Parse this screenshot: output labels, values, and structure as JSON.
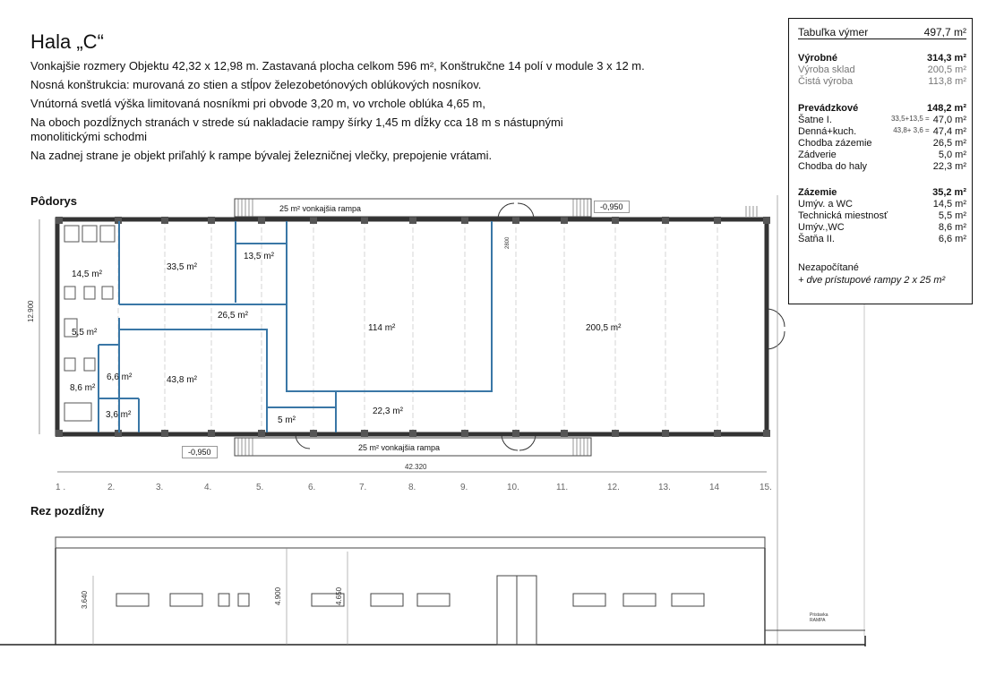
{
  "header": {
    "title": "Hala „C“",
    "lines": [
      "Vonkajšie rozmery Objektu 42,32 x 12,98 m. Zastavaná plocha celkom 596 m², Konštrukčne 14 polí v module 3 x 12 m.",
      "Nosná konštrukcia: murovaná zo stien a stĺpov železobetónových oblúkových nosníkov.",
      "Vnútorná svetlá výška limitovaná nosníkmi pri obvode 3,20 m, vo vrchole oblúka 4,65 m,",
      "Na oboch pozdĺžnych stranách v strede sú nakladacie rampy šírky 1,45 m dĺžky cca 18 m s nástupnými",
      "monolitickými schodmi",
      "Na zadnej strane je objekt priľahlý k rampe bývalej železničnej vlečky, prepojenie vrátami."
    ]
  },
  "sections": {
    "plan": "Pôdorys",
    "section": "Rez pozdĺžny"
  },
  "plan": {
    "ramp_top": "25 m² vonkajšia rampa",
    "ramp_bottom": "25 m² vonkajšia rampa",
    "level_top": "-0,950",
    "level_bottom": "-0,950",
    "width_dim": "42.320",
    "height_dim": "12.900",
    "axes": [
      "1 .",
      "2.",
      "3.",
      "4.",
      "5.",
      "6.",
      "7.",
      "8.",
      "9.",
      "10.",
      "11.",
      "12.",
      "13.",
      "14",
      "15."
    ],
    "rooms": {
      "r14_5": "14,5 m²",
      "r33_5": "33,5 m²",
      "r13_5": "13,5 m²",
      "r26_5": "26,5 m²",
      "r114": "114 m²",
      "r200_5": "200,5 m²",
      "r5_5": "5,5 m²",
      "r6_6": "6,6 m²",
      "r43_8": "43,8 m²",
      "r8_6": "8,6 m²",
      "r3_6": "3,6 m²",
      "r5": "5 m²",
      "r22_3": "22,3 m²"
    },
    "small_dim": "2800"
  },
  "section_view": {
    "dim_a": "3.640",
    "dim_b": "4.900",
    "dim_c": "4.650",
    "ramp_label_1": "Pristavka",
    "ramp_label_2": "RAMPA"
  },
  "table": {
    "title": "Tabuľka výmer",
    "total": "497,7 m²",
    "groups": [
      {
        "rows": [
          {
            "label": "Výrobné",
            "value": "314,3 m²",
            "bold": true
          },
          {
            "label": "Výroba sklad",
            "value": "200,5 m²",
            "muted": true
          },
          {
            "label": "Čistá výroba",
            "value": "113,8 m²",
            "muted": true
          }
        ]
      },
      {
        "rows": [
          {
            "label": "Prevádzkové",
            "value": "148,2 m²",
            "bold": true
          },
          {
            "label": "Šatne I.",
            "mid": "33,5+13,5 =",
            "value": "47,0 m²"
          },
          {
            "label": "Denná+kuch.",
            "mid": "43,8+ 3,6 =",
            "value": "47,4 m²"
          },
          {
            "label": "Chodba zázemie",
            "value": "26,5 m²"
          },
          {
            "label": "Zádverie",
            "value": "5,0 m²"
          },
          {
            "label": "Chodba do haly",
            "value": "22,3 m²"
          }
        ]
      },
      {
        "rows": [
          {
            "label": "Zázemie",
            "value": "35,2 m²",
            "bold": true
          },
          {
            "label": "Umýv. a WC",
            "value": "14,5 m²"
          },
          {
            "label": "Technická miestnosť",
            "value": "5,5 m²"
          },
          {
            "label": "Umýv.,WC",
            "value": "8,6 m²"
          },
          {
            "label": "Šatňa II.",
            "value": "6,6 m²"
          }
        ]
      }
    ],
    "note1": "Nezapočítané",
    "note2": "+ dve prístupové rampy 2 x 25 m²"
  }
}
